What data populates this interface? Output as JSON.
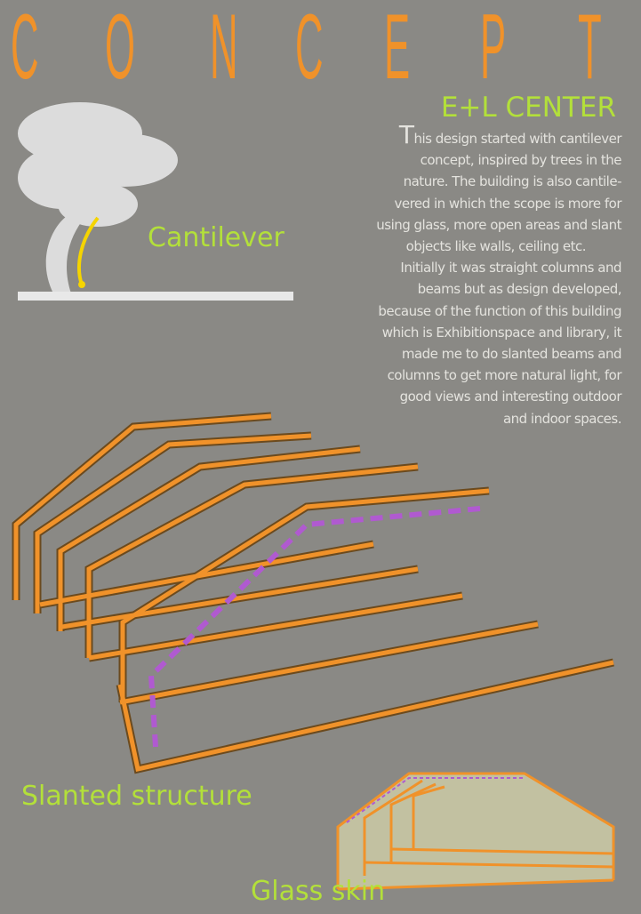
{
  "title_letters": [
    "C",
    "O",
    "N",
    "C",
    "E",
    "P",
    "T"
  ],
  "subtitle": "E+L CENTER",
  "description_first_letter": "T",
  "description_lines": [
    "his design started with cantilever",
    "concept, inspired by trees in the",
    "nature. The building is also cantile-",
    "vered in which the scope is more for",
    "using glass, more open areas and slant",
    "objects like walls, ceiling etc.",
    "Initially it was straight columns and",
    "beams but as design developed,",
    "because of the function of this building",
    "which is Exhibitionspace and library, it",
    "made me to do slanted   beams and",
    "columns to get more natural light, for",
    "good views and interesting outdoor",
    "and indoor spaces."
  ],
  "labels": {
    "cantilever": "Cantilever",
    "slanted": "Slanted structure",
    "glass": "Glass skin"
  },
  "colors": {
    "background": "#8a8985",
    "orange": "#f0922a",
    "green": "#b3e03a",
    "purple": "#b05ad0"
  }
}
